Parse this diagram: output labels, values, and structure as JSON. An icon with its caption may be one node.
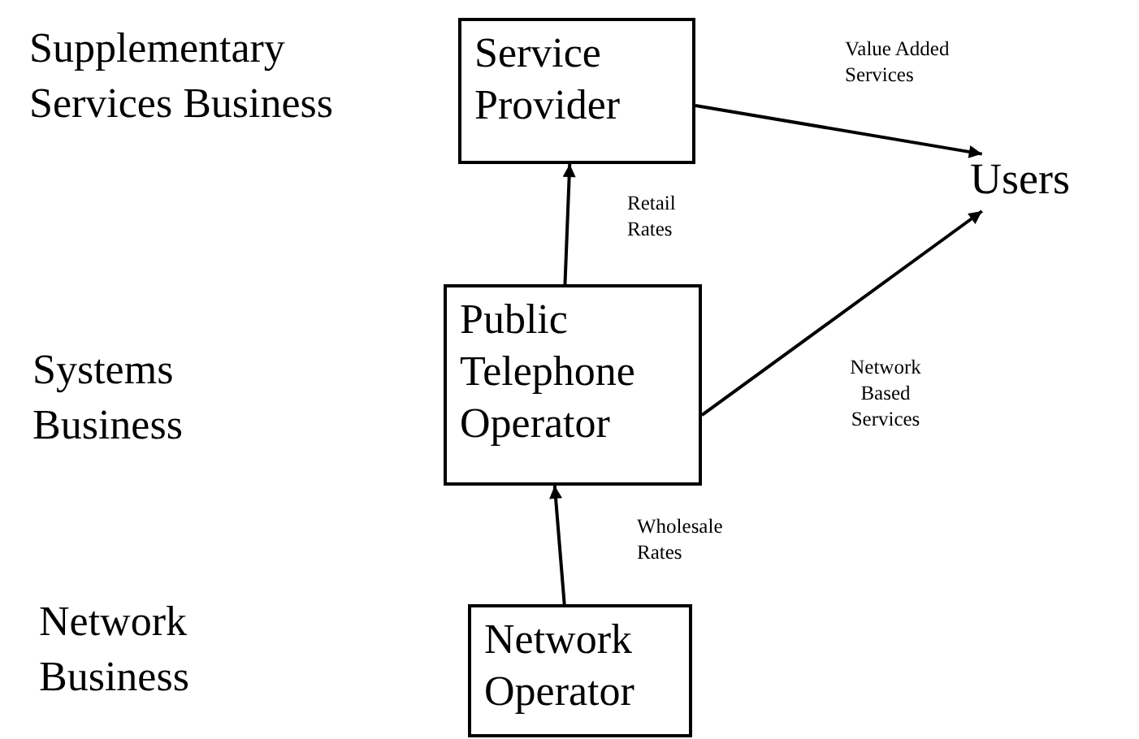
{
  "diagram": {
    "nodes": [
      {
        "text": [
          "Service Provider"
        ]
      },
      {
        "text": [
          "Users"
        ]
      },
      {
        "text": [
          "Public Telephone Operator"
        ]
      },
      {
        "text": [
          "Network Operator"
        ]
      }
    ],
    "edges": [
      {
        "from": 0,
        "to": 1,
        "arrow": "to",
        "label": "Value Added Services"
      },
      {
        "from": 2,
        "to": 0,
        "arrow": "to",
        "label": "Retail Rates"
      },
      {
        "from": 2,
        "to": 1,
        "arrow": "to",
        "label": "Network Based Services"
      },
      {
        "from": 3,
        "to": 2,
        "arrow": "to",
        "label": "Wholesale Rates"
      }
    ],
    "labels": [
      "Supplementary Services Business",
      "Systems Business",
      "Network Business"
    ]
  }
}
